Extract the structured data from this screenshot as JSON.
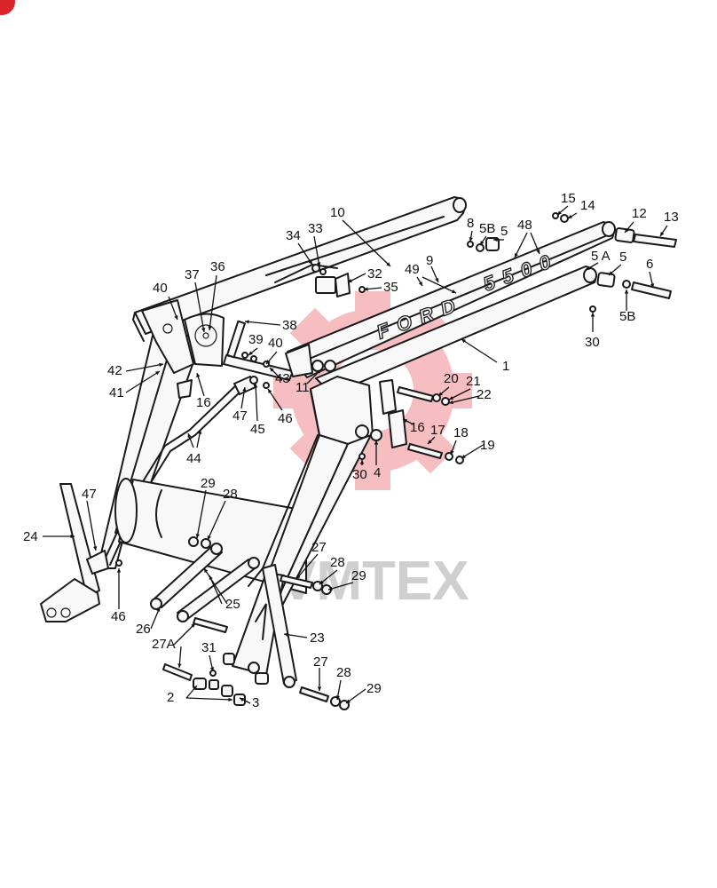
{
  "diagram": {
    "emblems": {
      "brand": "FORD",
      "model": "5500"
    },
    "watermark": {
      "text": "VMTEX",
      "gear_color": "#e8474c",
      "text_color": "#cfcfcf"
    },
    "corner_badge_color": "#d9242a",
    "labels": [
      {
        "id": "10",
        "text": "10"
      },
      {
        "id": "33",
        "text": "33"
      },
      {
        "id": "34",
        "text": "34"
      },
      {
        "id": "32",
        "text": "32"
      },
      {
        "id": "35",
        "text": "35"
      },
      {
        "id": "36",
        "text": "36"
      },
      {
        "id": "37",
        "text": "37"
      },
      {
        "id": "40a",
        "text": "40"
      },
      {
        "id": "38",
        "text": "38"
      },
      {
        "id": "39",
        "text": "39"
      },
      {
        "id": "40b",
        "text": "40"
      },
      {
        "id": "43",
        "text": "43"
      },
      {
        "id": "42",
        "text": "42"
      },
      {
        "id": "41",
        "text": "41"
      },
      {
        "id": "16a",
        "text": "16"
      },
      {
        "id": "47a",
        "text": "47"
      },
      {
        "id": "45",
        "text": "45"
      },
      {
        "id": "46a",
        "text": "46"
      },
      {
        "id": "44",
        "text": "44"
      },
      {
        "id": "15",
        "text": "15"
      },
      {
        "id": "14",
        "text": "14"
      },
      {
        "id": "8",
        "text": "8"
      },
      {
        "id": "5Ba",
        "text": "5B"
      },
      {
        "id": "5a",
        "text": "5"
      },
      {
        "id": "48",
        "text": "48"
      },
      {
        "id": "12",
        "text": "12"
      },
      {
        "id": "13",
        "text": "13"
      },
      {
        "id": "9",
        "text": "9"
      },
      {
        "id": "49",
        "text": "49"
      },
      {
        "id": "5A",
        "text": "5 A"
      },
      {
        "id": "5b",
        "text": "5"
      },
      {
        "id": "6",
        "text": "6"
      },
      {
        "id": "5Bb",
        "text": "5B"
      },
      {
        "id": "30a",
        "text": "30"
      },
      {
        "id": "1",
        "text": "1"
      },
      {
        "id": "11",
        "text": "11"
      },
      {
        "id": "20",
        "text": "20"
      },
      {
        "id": "21",
        "text": "21"
      },
      {
        "id": "22",
        "text": "22"
      },
      {
        "id": "16b",
        "text": "16"
      },
      {
        "id": "17",
        "text": "17"
      },
      {
        "id": "18",
        "text": "18"
      },
      {
        "id": "19",
        "text": "19"
      },
      {
        "id": "30b",
        "text": "30"
      },
      {
        "id": "4",
        "text": "4"
      },
      {
        "id": "29a",
        "text": "29"
      },
      {
        "id": "28a",
        "text": "28"
      },
      {
        "id": "24",
        "text": "24"
      },
      {
        "id": "47b",
        "text": "47"
      },
      {
        "id": "46b",
        "text": "46"
      },
      {
        "id": "27a",
        "text": "27"
      },
      {
        "id": "28b",
        "text": "28"
      },
      {
        "id": "29b",
        "text": "29"
      },
      {
        "id": "25",
        "text": "25"
      },
      {
        "id": "26",
        "text": "26"
      },
      {
        "id": "27A",
        "text": "27A"
      },
      {
        "id": "31",
        "text": "31"
      },
      {
        "id": "23",
        "text": "23"
      },
      {
        "id": "2",
        "text": "2"
      },
      {
        "id": "3",
        "text": "3"
      },
      {
        "id": "27b",
        "text": "27"
      },
      {
        "id": "28c",
        "text": "28"
      },
      {
        "id": "29c",
        "text": "29"
      }
    ]
  }
}
